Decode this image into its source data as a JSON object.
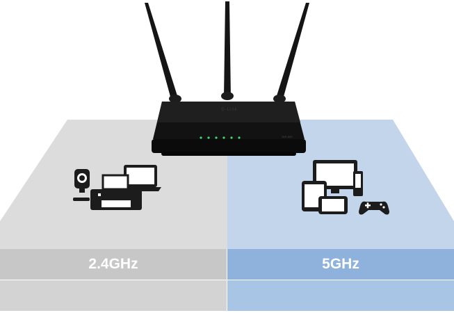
{
  "bands": {
    "left": {
      "label": "2.4GHz",
      "floor_color": "#dcdcdc",
      "strip_color": "#c7c7c7",
      "strip2_color": "#d3d3d3"
    },
    "right": {
      "label": "5GHz",
      "floor_color": "#c2d5ea",
      "strip_color": "#8fb2dc",
      "strip2_color": "#a9c5e6"
    }
  },
  "router": {
    "brand": "D-Link",
    "model": "DIR-809",
    "body_color": "#121212",
    "led_color": "#3ddc6b"
  },
  "icons": {
    "left_group": [
      "webcam-icon",
      "printer-icon",
      "laptop-icon"
    ],
    "right_group": [
      "monitor-icon",
      "tablet-icon",
      "smartphone-icon",
      "game-console-icon",
      "gamepad-icon"
    ]
  }
}
